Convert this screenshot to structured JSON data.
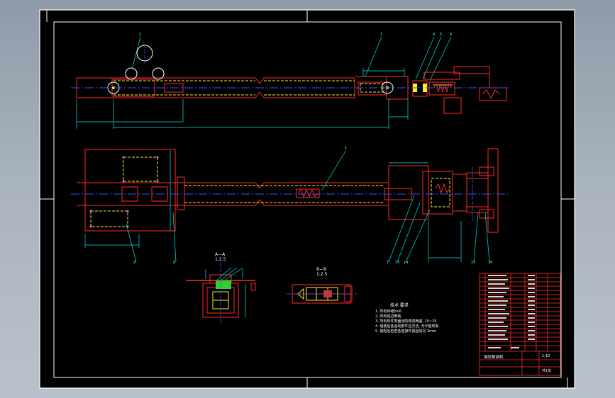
{
  "drawing": {
    "section_a_label": "A—A",
    "section_a_scale": "1:2.5",
    "section_b_label": "B—B",
    "section_b_scale": "1:2.5",
    "tech_title": "技术 要求",
    "tech_notes": [
      "1. 所有焊缝h≥6",
      "2. 所有锐边倒钝",
      "3. 所有构件表面涂防锈漆两遍, 10~15",
      "4. 组装后各运动部件应灵活, 无卡阻现象",
      "5. 装配后检查各连接件紧固情况 2mm"
    ],
    "part_numbers": [
      "2",
      "3",
      "4",
      "5",
      "6",
      "1",
      "9",
      "8",
      "7",
      "13",
      "14",
      "15",
      "16"
    ],
    "title_block": {
      "drawing_name": "钢坯推钢机",
      "scale": "1:10",
      "sheet": "共1张"
    },
    "colors": {
      "frame": "#ffffff",
      "outline": "#ff2020",
      "dimension": "#00e5e5",
      "centerline": "#3355ff",
      "hidden": "#ffee22",
      "background": "#000000"
    }
  }
}
